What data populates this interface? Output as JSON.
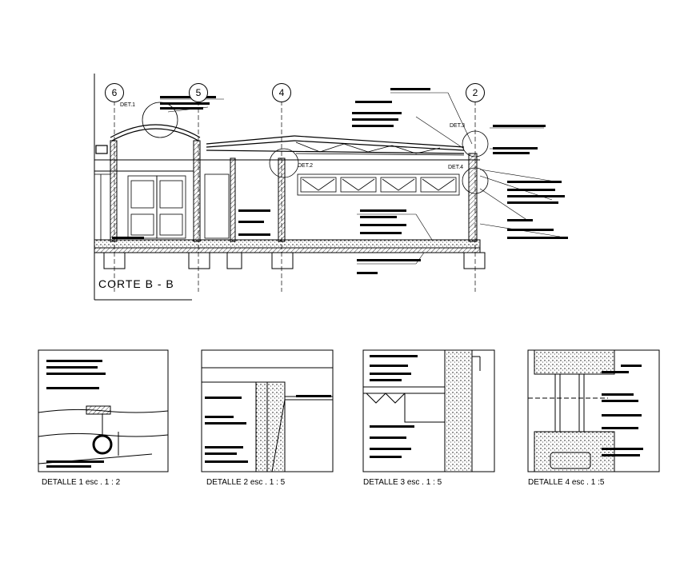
{
  "section": {
    "title": "CORTE  B - B",
    "axes": [
      "6",
      "5",
      "4",
      "2"
    ],
    "detail_markers": [
      "DET.1",
      "DET.2",
      "DET.3",
      "DET.4"
    ]
  },
  "details": [
    {
      "caption": "DETALLE 1 esc .    1  : 2"
    },
    {
      "caption": "DETALLE  2  esc .     1  : 5"
    },
    {
      "caption": "DETALLE 3 esc .     1  : 5"
    },
    {
      "caption": "DETALLE 4 esc .     1  :5"
    }
  ]
}
